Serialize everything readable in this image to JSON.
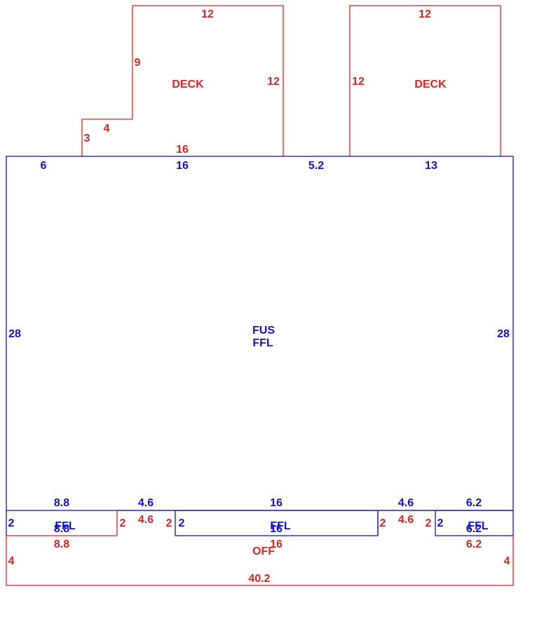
{
  "colors": {
    "red": "#dd2222",
    "blue": "#1111cc"
  },
  "deck_left": {
    "name": "DECK",
    "dims": {
      "top": "12",
      "step_vertical": "9",
      "right": "12",
      "step_horizontal": "4",
      "left": "3",
      "bottom": "16"
    }
  },
  "deck_right": {
    "name": "DECK",
    "dims": {
      "top": "12",
      "left": "12"
    }
  },
  "main": {
    "name_line1": "FUS",
    "name_line2": "FFL",
    "dims": {
      "top_a": "6",
      "top_b": "16",
      "top_c": "5.2",
      "top_d": "13",
      "left": "28",
      "right": "28"
    }
  },
  "lower": {
    "bottom_a": "8.8",
    "bottom_b": "4.6",
    "bottom_c": "16",
    "bottom_d": "4.6",
    "bottom_e": "6.2"
  },
  "ffl_left": {
    "name": "FFL",
    "top": "8.8",
    "left": "2",
    "bottom": "8.8"
  },
  "ffl_mid": {
    "name": "FFL",
    "top": "16",
    "left": "2",
    "bottom": "16"
  },
  "ffl_right": {
    "name": "FFL",
    "top": "6.2",
    "left": "2",
    "bottom": "6.2"
  },
  "gap_left": {
    "top": "4.6",
    "left": "2",
    "right": "2"
  },
  "gap_right": {
    "top": "4.6",
    "left": "2",
    "right": "2"
  },
  "off": {
    "name": "OFF",
    "dims": {
      "left": "4",
      "right": "4",
      "bottom": "40.2",
      "under_a": "8.8",
      "under_c": "16",
      "under_e": "6.2"
    }
  }
}
